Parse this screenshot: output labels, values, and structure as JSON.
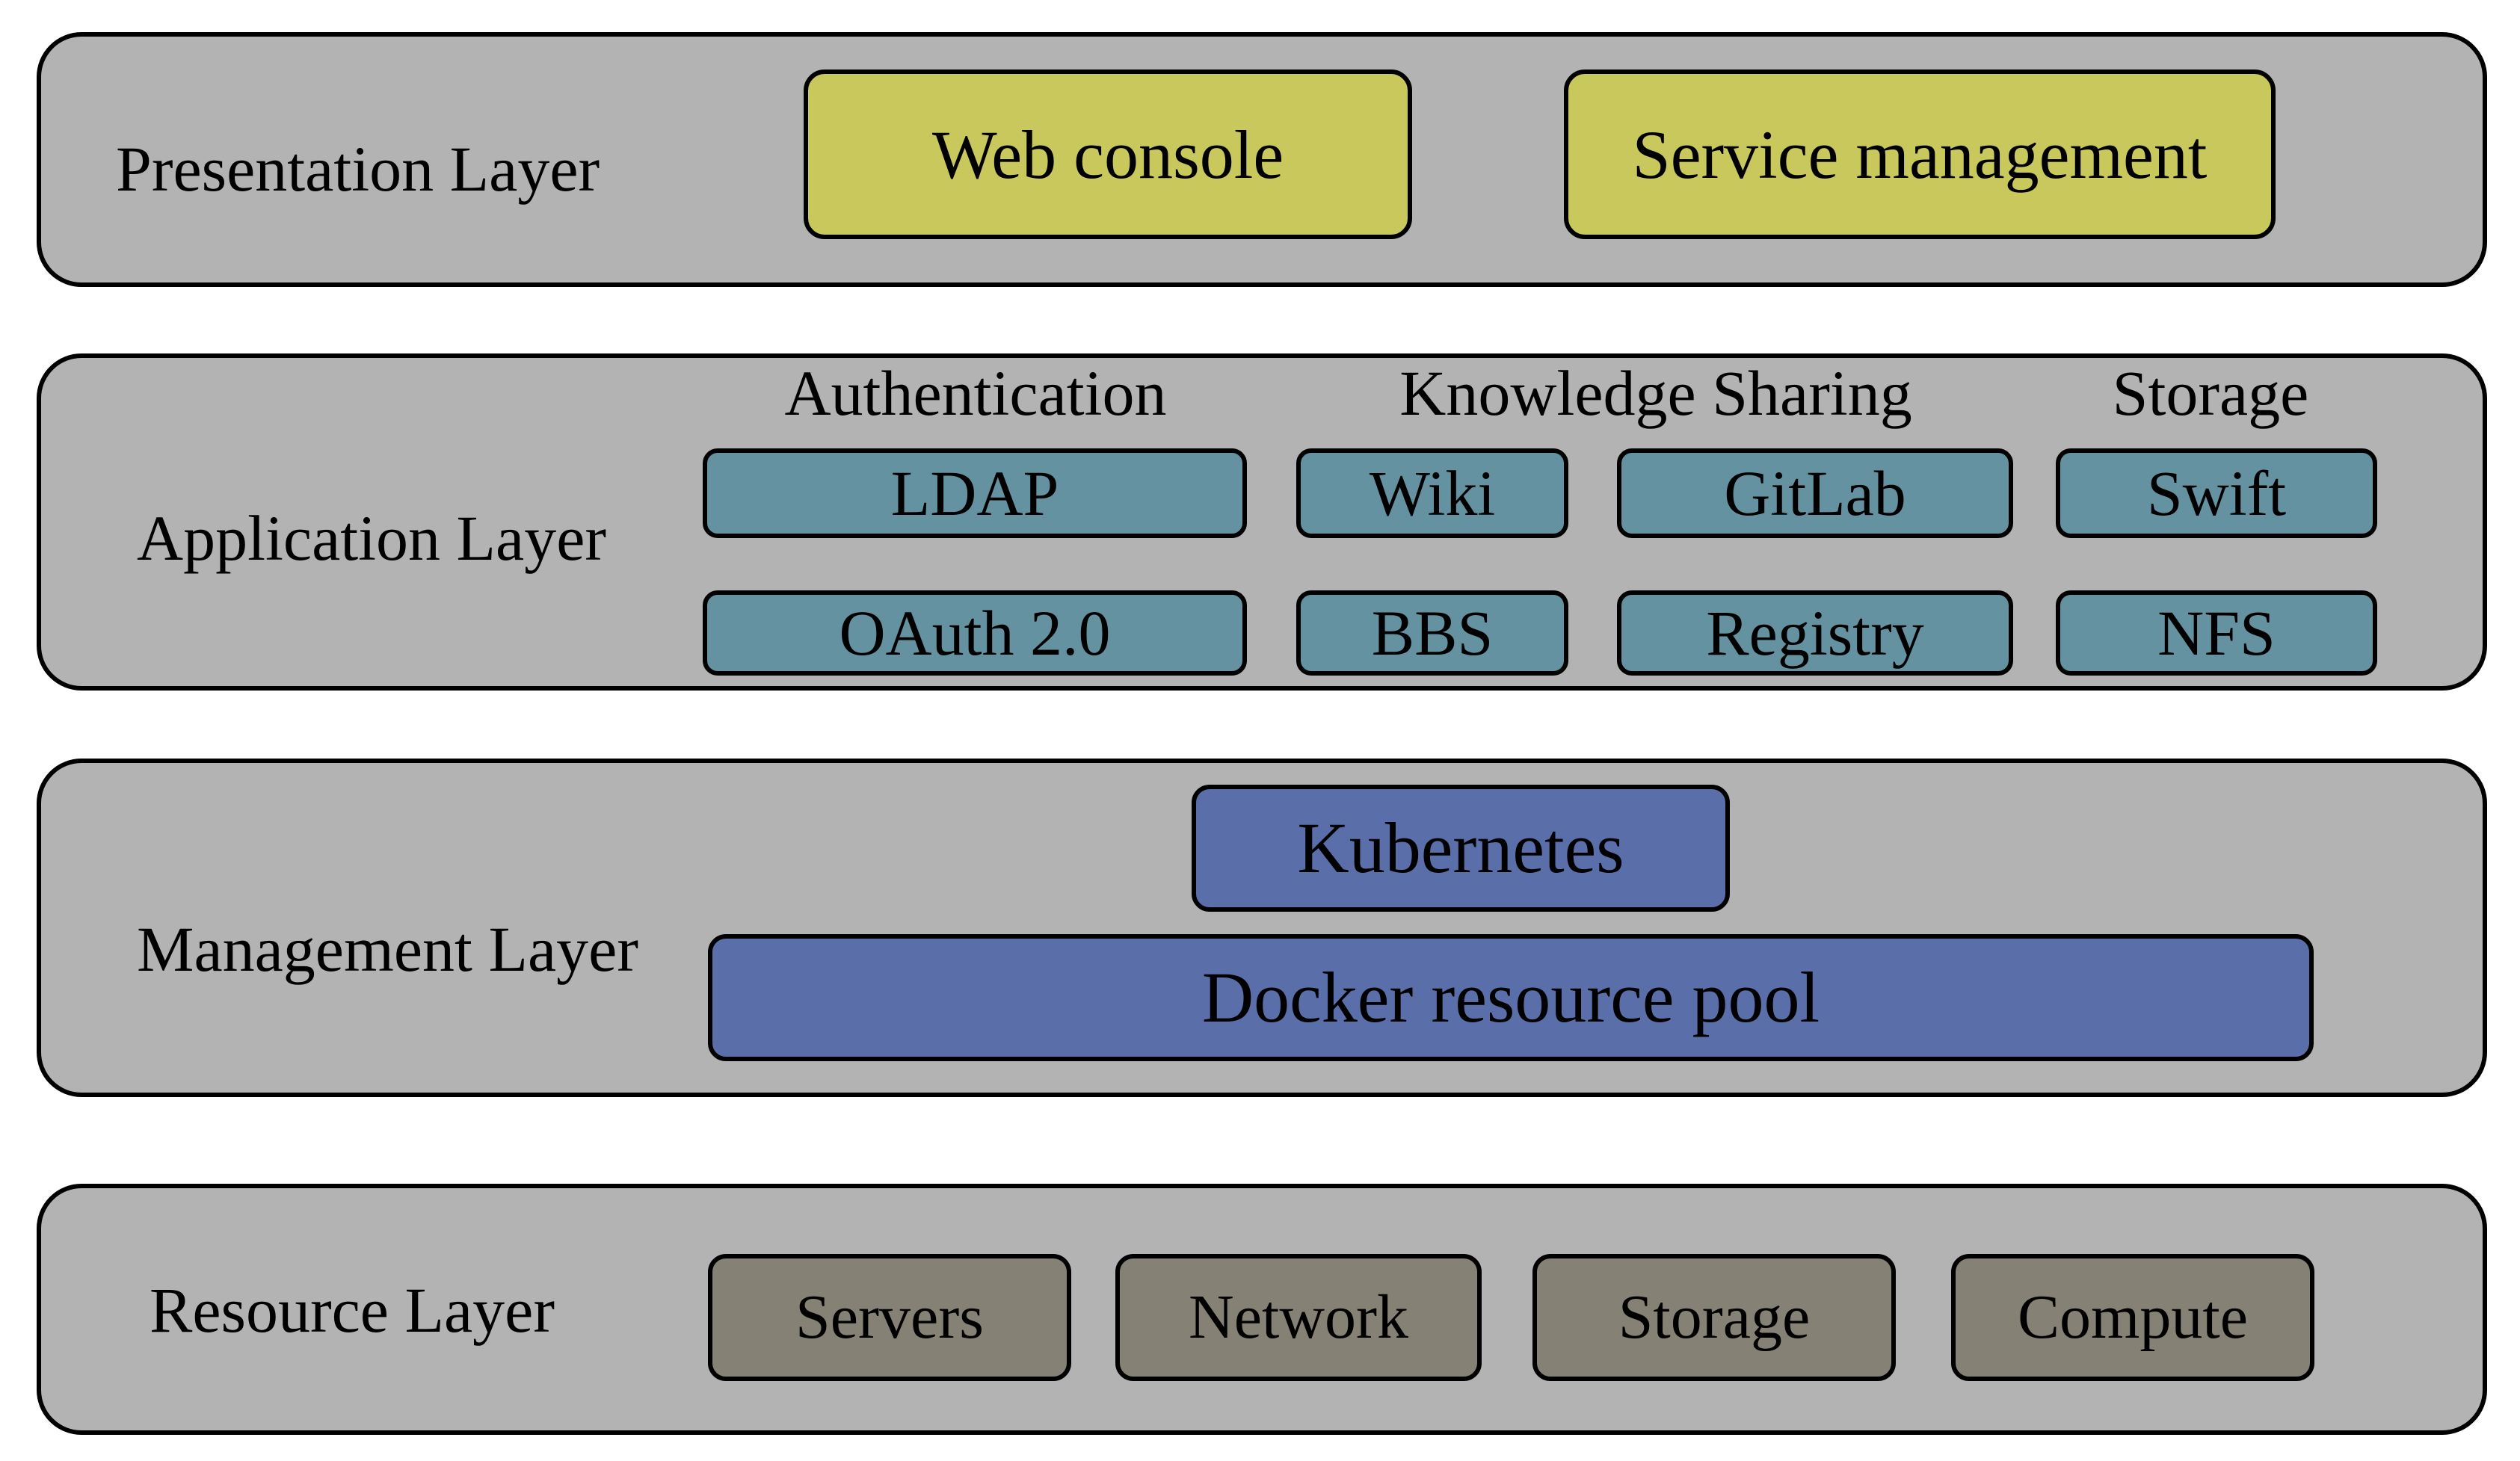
{
  "presentation": {
    "title": "Presentation Layer",
    "items": [
      "Web console",
      "Service management"
    ],
    "color": "#c8c85c"
  },
  "application": {
    "title": "Application Layer",
    "groups": [
      "Authentication",
      "Knowledge Sharing",
      "Storage"
    ],
    "items": [
      "LDAP",
      "Wiki",
      "GitLab",
      "Swift",
      "OAuth 2.0",
      "BBS",
      "Registry",
      "NFS"
    ],
    "color": "#6592a0"
  },
  "management": {
    "title": "Management Layer",
    "items": [
      "Kubernetes",
      "Docker resource pool"
    ],
    "color": "#5a6fa9"
  },
  "resource": {
    "title": "Resource Layer",
    "items": [
      "Servers",
      "Network",
      "Storage",
      "Compute"
    ],
    "color": "#858174"
  },
  "layer_color": "#b3b3b3"
}
